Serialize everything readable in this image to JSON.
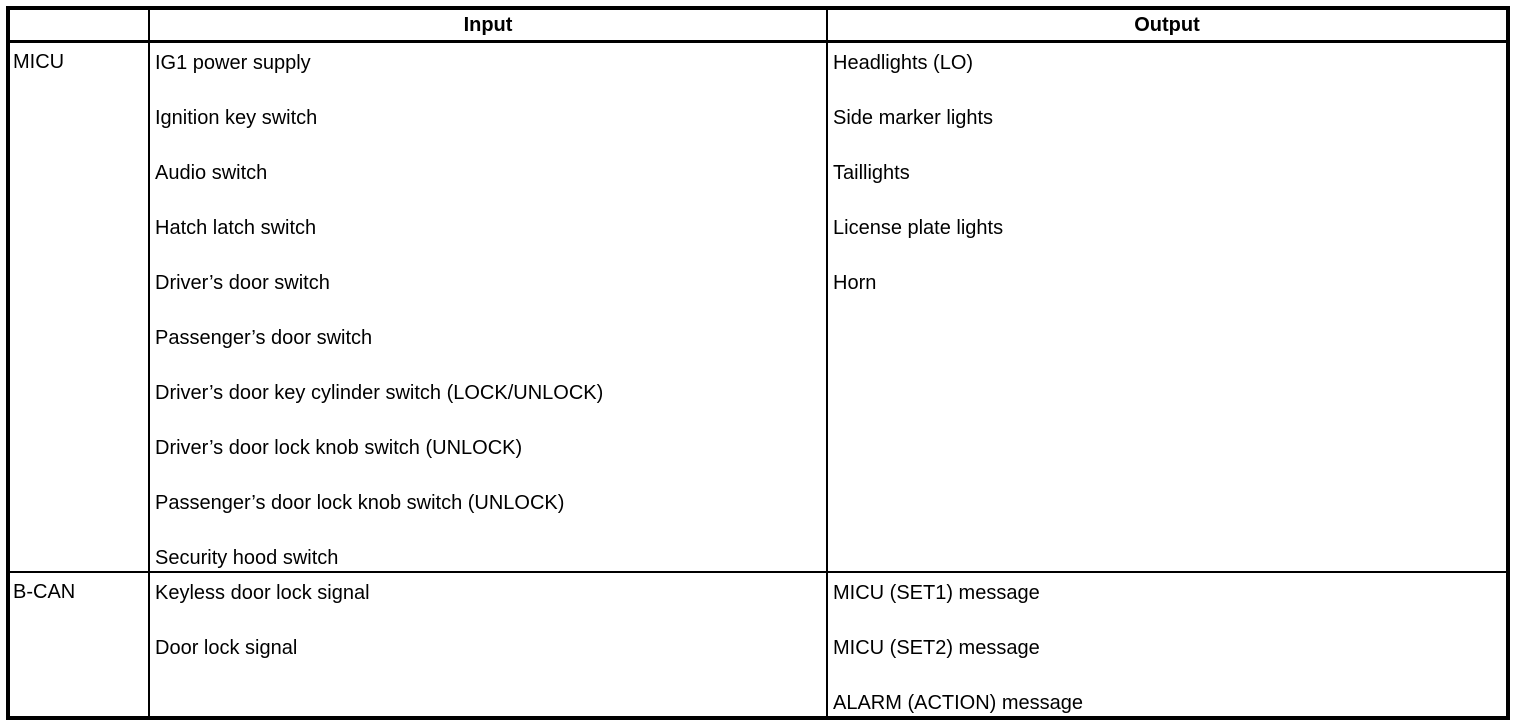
{
  "header": {
    "source": "",
    "input": "Input",
    "output": "Output"
  },
  "rows": [
    {
      "source": "MICU",
      "inputs": [
        "IG1 power supply",
        "Ignition key switch",
        "Audio switch",
        "Hatch latch switch",
        "Driver’s door switch",
        "Passenger’s door switch",
        "Driver’s door key cylinder switch (LOCK/UNLOCK)",
        "Driver’s door lock knob switch (UNLOCK)",
        "Passenger’s door lock knob switch (UNLOCK)",
        "Security hood switch"
      ],
      "outputs": [
        "Headlights (LO)",
        "Side marker lights",
        "Taillights",
        "License plate lights",
        "Horn"
      ]
    },
    {
      "source": "B-CAN",
      "inputs": [
        "Keyless door lock signal",
        "Door lock signal"
      ],
      "outputs": [
        "MICU (SET1) message",
        "MICU (SET2) message",
        "ALARM (ACTION) message"
      ]
    }
  ],
  "colors": {
    "border": "#000000",
    "text": "#000000",
    "background": "#ffffff"
  }
}
